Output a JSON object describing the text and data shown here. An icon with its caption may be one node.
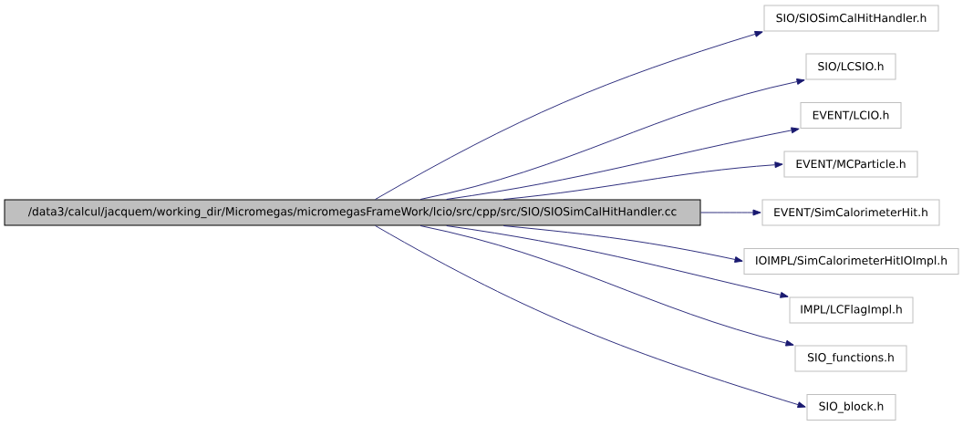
{
  "diagram": {
    "nodes": [
      {
        "text": [
          "/data3/calcul/jacquem/working_dir/Micromegas/micromegasFrameWork/lcio/src/cpp/src/SIO/SIOSimCalHitHandler.cc"
        ]
      },
      {
        "text": [
          "SIO/SIOSimCalHitHandler.h"
        ]
      },
      {
        "text": [
          "SIO/LCSIO.h"
        ]
      },
      {
        "text": [
          "EVENT/LCIO.h"
        ]
      },
      {
        "text": [
          "EVENT/MCParticle.h"
        ]
      },
      {
        "text": [
          "EVENT/SimCalorimeterHit.h"
        ]
      },
      {
        "text": [
          "IOIMPL/SimCalorimeterHitIOImpl.h"
        ]
      },
      {
        "text": [
          "IMPL/LCFlagImpl.h"
        ]
      },
      {
        "text": [
          "SIO_functions.h"
        ]
      },
      {
        "text": [
          "SIO_block.h"
        ]
      }
    ],
    "edges": [
      {
        "from": 0,
        "to": 1,
        "arrow": "to"
      },
      {
        "from": 0,
        "to": 2,
        "arrow": "to"
      },
      {
        "from": 0,
        "to": 3,
        "arrow": "to"
      },
      {
        "from": 0,
        "to": 4,
        "arrow": "to"
      },
      {
        "from": 0,
        "to": 5,
        "arrow": "to"
      },
      {
        "from": 0,
        "to": 6,
        "arrow": "to"
      },
      {
        "from": 0,
        "to": 7,
        "arrow": "to"
      },
      {
        "from": 0,
        "to": 8,
        "arrow": "to"
      },
      {
        "from": 0,
        "to": 9,
        "arrow": "to"
      }
    ]
  }
}
